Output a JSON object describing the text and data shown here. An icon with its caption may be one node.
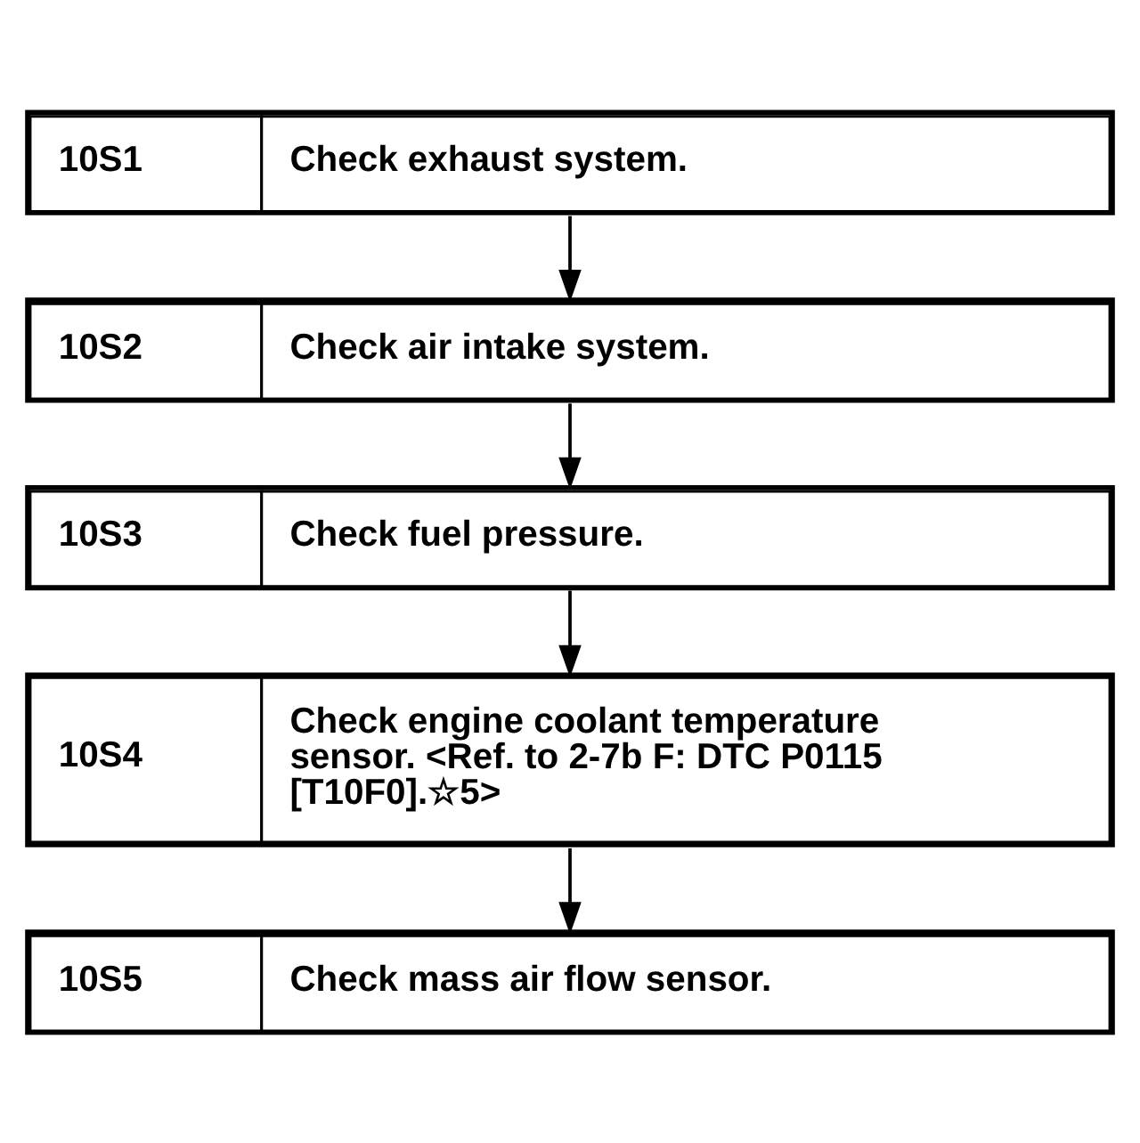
{
  "diagram": {
    "nodes": [
      {
        "text": [
          "10S1",
          "Check exhaust system."
        ]
      },
      {
        "text": [
          "10S2",
          "Check air intake system."
        ]
      },
      {
        "text": [
          "10S3",
          "Check fuel pressure."
        ]
      },
      {
        "text": [
          "10S4",
          "Check engine coolant temperature sensor. <Ref. to 2-7b F: DTC P0115 [T10F0].☆5>"
        ]
      },
      {
        "text": [
          "10S5",
          "Check mass air flow sensor."
        ]
      }
    ],
    "edges": [
      {
        "from": 0,
        "to": 1,
        "arrow": "to"
      },
      {
        "from": 1,
        "to": 2,
        "arrow": "to"
      },
      {
        "from": 2,
        "to": 3,
        "arrow": "to"
      },
      {
        "from": 3,
        "to": 4,
        "arrow": "to"
      }
    ]
  }
}
